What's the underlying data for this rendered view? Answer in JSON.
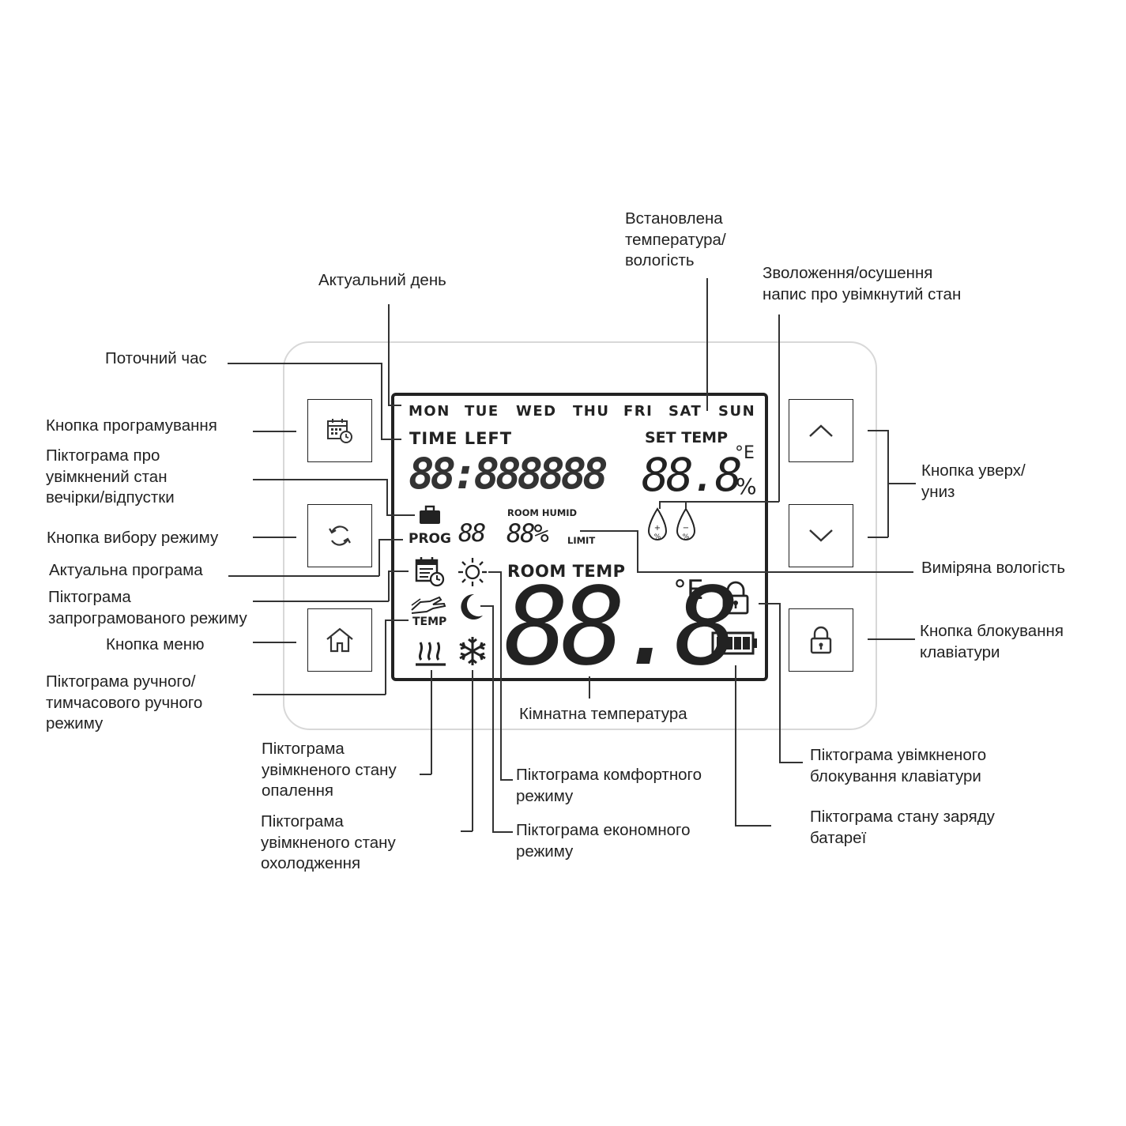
{
  "panel": {
    "days": [
      "MON",
      "TUE",
      "WED",
      "THU",
      "FRI",
      "SAT",
      "SUN"
    ],
    "time_left": "TIME LEFT",
    "set_temp": "SET TEMP",
    "prog": "PROG",
    "prog_num": "88",
    "room_humid": "ROOM HUMID",
    "humid_value": "88%",
    "limit": "LIMIT",
    "room_temp": "ROOM TEMP",
    "set_temp_value": "88.8",
    "room_temp_value": "88.8",
    "temp_unit": "°E",
    "percent": "%",
    "temp_label": "TEMP",
    "clock_digits": "88:888888"
  },
  "labels": {
    "current_day": "Актуальний день",
    "set_temp_humidity": "Встановлена\nтемпература/\nвологість",
    "humidify_dehumidify": "Зволоження/осушення\nнапис про увімкнутий стан",
    "current_time": "Поточний час",
    "program_button": "Кнопка програмування",
    "party_vacation_icon": "Піктограма про\nувімкнений стан\nвечірки/відпустки",
    "mode_select_button": "Кнопка вибору режиму",
    "current_program": "Актуальна програма",
    "programmed_mode_icon": "Піктограма\nзапрограмованого режиму",
    "menu_button": "Кнопка меню",
    "manual_mode_icon": "Піктограма  ручного/\nтимчасового ручного\nрежиму",
    "heating_icon": "Піктограма\nувімкненого стану\nопалення",
    "cooling_icon": "Піктограма\nувімкненого стану\nохолодження",
    "room_temperature": "Кімнатна температура",
    "comfort_mode_icon": "Піктограма комфортного\nрежиму",
    "economy_mode_icon": "Піктограма економного\nрежиму",
    "up_down_button": "Кнопка уверх/\nуниз",
    "measured_humidity": "Виміряна вологість",
    "keypad_lock_button": "Кнопка блокування\nклавіатури",
    "keypad_lock_icon": "Піктограма увімкненого\nблокування клавіатури",
    "battery_icon": "Піктограма стану заряду\nбатареї"
  }
}
